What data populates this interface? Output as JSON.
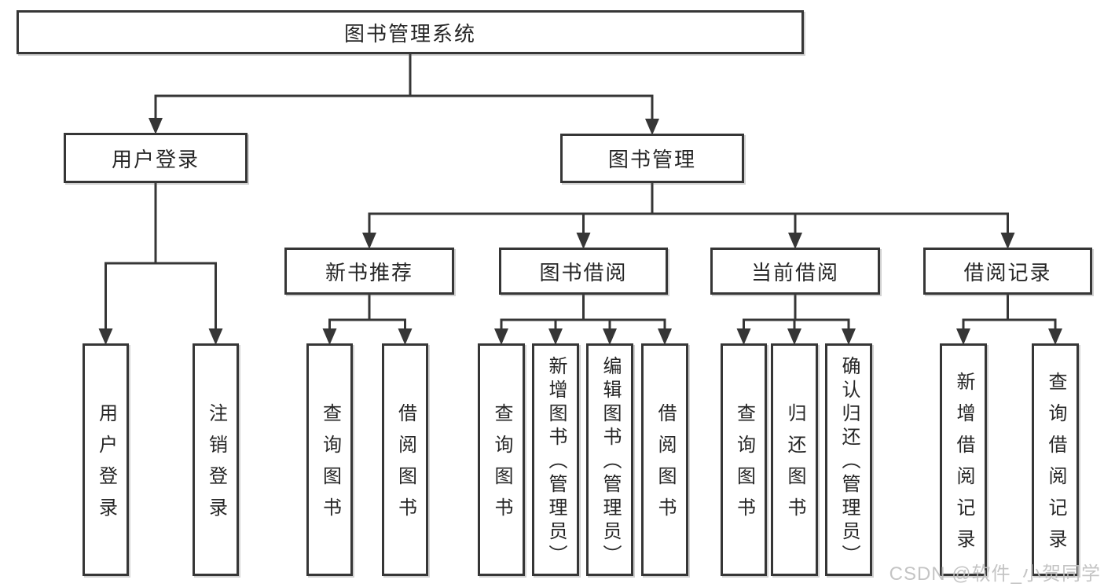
{
  "diagram": {
    "title": "图书管理系统",
    "line_color": "#363636",
    "background": "#ffffff",
    "nodes": [
      {
        "id": "root",
        "label": "图书管理系统",
        "parent": null
      },
      {
        "id": "user-login",
        "label": "用户登录",
        "parent": "root"
      },
      {
        "id": "book-mgmt",
        "label": "图书管理",
        "parent": "root"
      },
      {
        "id": "new-book-rec",
        "label": "新书推荐",
        "parent": "book-mgmt"
      },
      {
        "id": "book-borrow",
        "label": "图书借阅",
        "parent": "book-mgmt"
      },
      {
        "id": "current-borrow",
        "label": "当前借阅",
        "parent": "book-mgmt"
      },
      {
        "id": "borrow-record",
        "label": "借阅记录",
        "parent": "book-mgmt"
      },
      {
        "id": "login",
        "label": "用户登录",
        "parent": "user-login"
      },
      {
        "id": "logout",
        "label": "注销登录",
        "parent": "user-login"
      },
      {
        "id": "query-book-1",
        "label": "查询图书",
        "parent": "new-book-rec"
      },
      {
        "id": "borrow-book-1",
        "label": "借阅图书",
        "parent": "new-book-rec"
      },
      {
        "id": "query-book-2",
        "label": "查询图书",
        "parent": "book-borrow"
      },
      {
        "id": "add-book",
        "label": "新增图书（管理员）",
        "parent": "book-borrow"
      },
      {
        "id": "edit-book",
        "label": "编辑图书（管理员）",
        "parent": "book-borrow"
      },
      {
        "id": "borrow-book-2",
        "label": "借阅图书",
        "parent": "book-borrow"
      },
      {
        "id": "query-book-3",
        "label": "查询图书",
        "parent": "current-borrow"
      },
      {
        "id": "return-book",
        "label": "归还图书",
        "parent": "current-borrow"
      },
      {
        "id": "confirm-return",
        "label": "确认归还（管理员）",
        "parent": "current-borrow"
      },
      {
        "id": "add-borrow-record",
        "label": "新增借阅记录",
        "parent": "borrow-record"
      },
      {
        "id": "query-borrow-record",
        "label": "查询借阅记录",
        "parent": "borrow-record"
      }
    ]
  },
  "watermark": "CSDN @软件_小贺同学"
}
